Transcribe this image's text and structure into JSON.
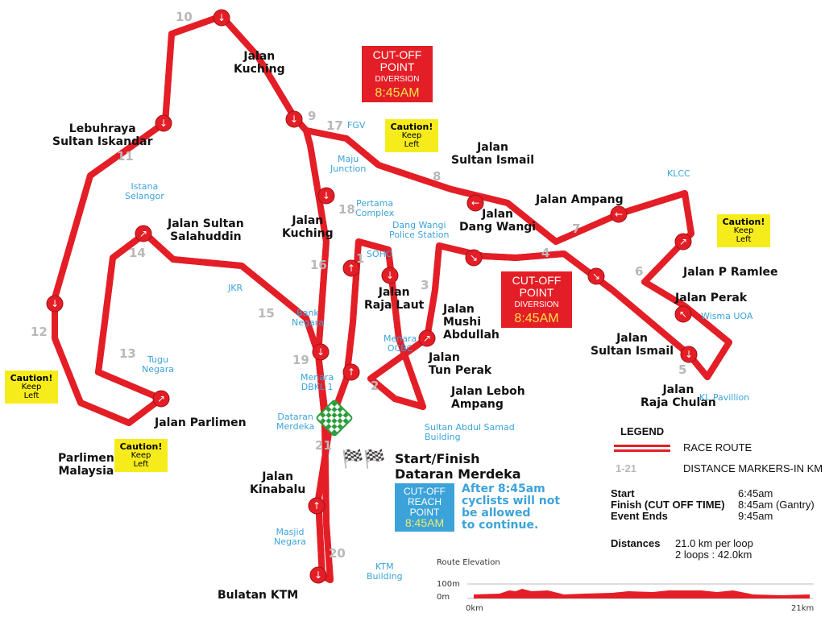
{
  "streets": {
    "jalan_kuching_n": "Jalan\nKuching",
    "lebuhraya": "Lebuhraya\nSultan Iskandar",
    "jalan_sultan_ismail_n": "Jalan\nSultan Ismail",
    "jalan_ampang": "Jalan Ampang",
    "jalan_dang_wangi": "Jalan\nDang Wangi",
    "jalan_sultan_salahuddin": "Jalan Sultan\nSalahuddin",
    "jalan_kuching_s": "Jalan\nKuching",
    "jalan_raja_laut": "Jalan\nRaja Laut",
    "jalan_mushi_abdullah": "Jalan\nMushi\nAbdullah",
    "jalan_p_ramlee": "Jalan P Ramlee",
    "jalan_perak": "Jalan Perak",
    "jalan_sultan_ismail_s": "Jalan\nSultan Ismail",
    "jalan_raja_chulan": "Jalan\nRaja Chulan",
    "jalan_tun_perak": "Jalan\nTun Perak",
    "jalan_leboh_ampang": "Jalan Leboh\nAmpang",
    "jalan_parlimen": "Jalan Parlimen",
    "jalan_kinabalu": "Jalan\nKinabalu",
    "bulatan_ktm": "Bulatan KTM",
    "parlimen": "Parlimen\nMalaysia"
  },
  "landmarks": {
    "fgv": "FGV",
    "maju": "Maju\nJunction",
    "pertama": "Pertama\nComplex",
    "dang_wangi_police": "Dang Wangi\nPolice Station",
    "soho": "SOHO",
    "klcc": "KLCC",
    "istana": "Istana\nSelangor",
    "jkr": "JKR",
    "bank_negara": "Bank\nNegara",
    "tugu": "Tugu\nNegara",
    "menara_ocbc": "Menara\nOCBC",
    "menara_dbkl": "Menara\nDBKL 1",
    "dataran": "Dataran\nMerdeka",
    "sultan_abdul_samad": "Sultan Abdul Samad\nBuilding",
    "wisma_uoa": "Wisma UOA",
    "kl_pavilion": "KL Pavillion",
    "masjid": "Masjid\nNegara",
    "ktm_building": "KTM\nBuilding"
  },
  "km_markers": [
    "1",
    "2",
    "3",
    "4",
    "5",
    "6",
    "7",
    "8",
    "9",
    "10",
    "11",
    "12",
    "13",
    "14",
    "15",
    "16",
    "17",
    "18",
    "19",
    "20",
    "21"
  ],
  "cutoff_diversion": {
    "line1": "CUT-OFF",
    "line2": "POINT",
    "line3": "DIVERSION",
    "time": "8:45AM"
  },
  "caution": {
    "title": "Caution!",
    "text": "Keep\nLeft"
  },
  "start_finish": {
    "line1": "Start/Finish",
    "line2": "Dataran Merdeka"
  },
  "cutoff_reach": {
    "text": "CUT-OFF\nREACH\nPOINT",
    "time": "8:45AM",
    "note": "After 8:45am\ncyclists will not\nbe allowed\nto continue."
  },
  "legend": {
    "title": "LEGEND",
    "route": "RACE ROUTE",
    "markers_sample": "1-21",
    "markers": "DISTANCE MARKERS-IN KM",
    "schedule": [
      {
        "label": "Start",
        "value": "6:45am"
      },
      {
        "label": "Finish (CUT OFF TIME)",
        "value": "8:45am (Gantry)"
      },
      {
        "label": "Event Ends",
        "value": "9:45am"
      }
    ],
    "distances_label": "Distances",
    "distances_1": "21.0 km per loop",
    "distances_2": "2 loops : 42.0km"
  },
  "elevation": {
    "title": "Route Elevation",
    "y_top": "100m",
    "y_bottom": "0m",
    "x_start": "0km",
    "x_end": "21km",
    "colors": {
      "fill": "#e41e26"
    }
  },
  "colors": {
    "route": "#e41e26",
    "blue": "#3ba3d9",
    "caution": "#f6ec1c"
  }
}
